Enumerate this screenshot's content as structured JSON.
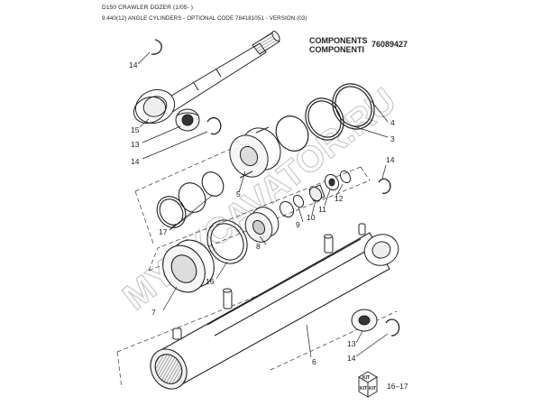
{
  "header": {
    "title": "D150 CRAWLER DOZER (1/05- )",
    "subtitle": "9.440(12) ANGLE CYLINDERS - OPTIONAL CODE 784181051 - VERSION (03)"
  },
  "components": {
    "line1": "COMPONENTS",
    "line2": "COMPONENTI",
    "part_number": "76089427"
  },
  "callouts": {
    "c14a": "14",
    "c15": "15",
    "c13a": "13",
    "c14b": "14",
    "c4": "4",
    "c3": "3",
    "c14c": "14",
    "c5": "5",
    "c12": "12",
    "c11": "11",
    "c10": "10",
    "c9": "9",
    "c17": "17",
    "c8": "8",
    "c16": "16",
    "c7": "7",
    "c13b": "13",
    "c14d": "14",
    "c6": "6"
  },
  "kit": {
    "label": "KIT",
    "range": "16–17"
  },
  "watermark": "MYEXCAVATOR.RU"
}
